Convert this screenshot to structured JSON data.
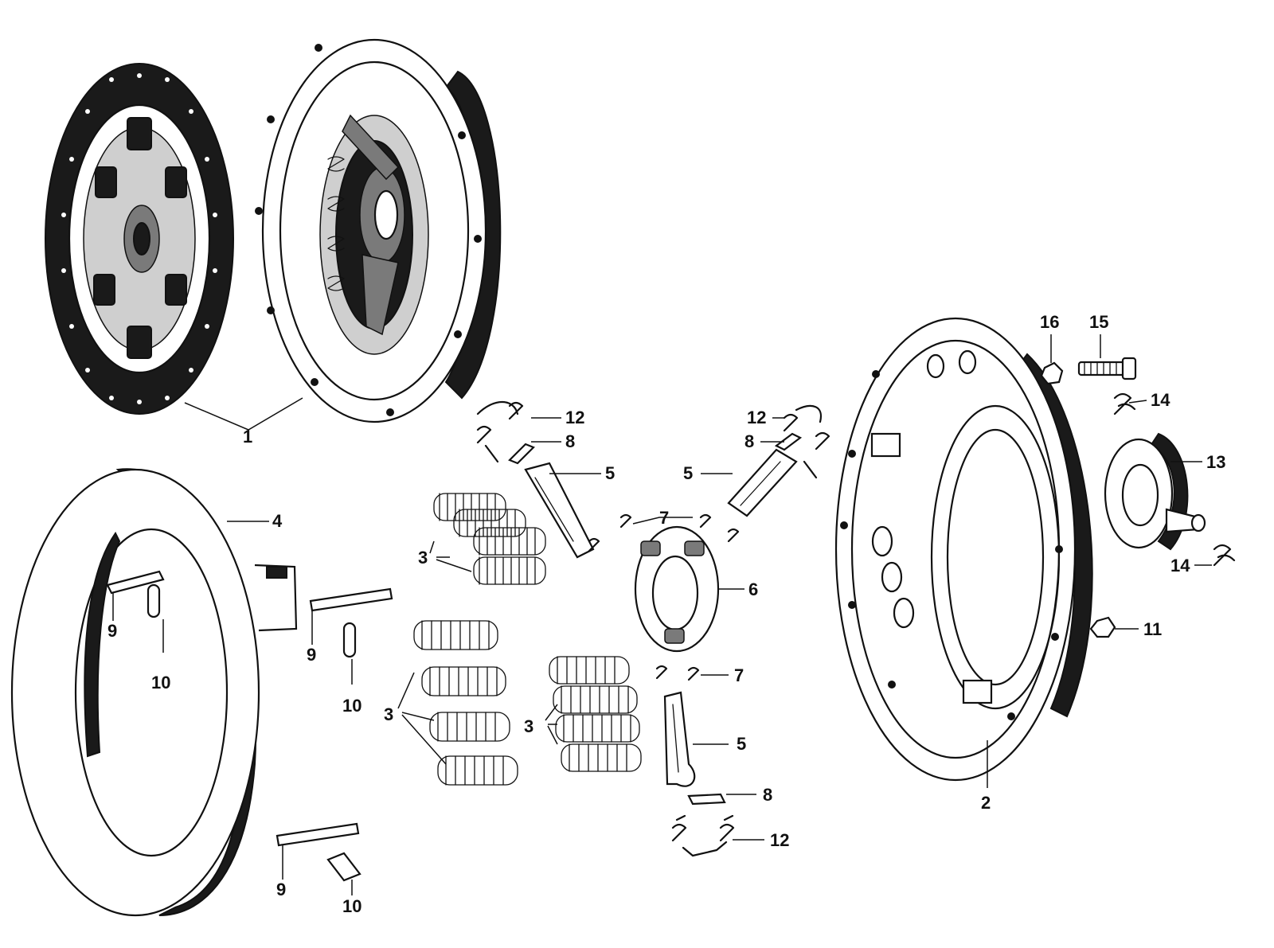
{
  "labels": [
    {
      "id": "1",
      "text": "1"
    },
    {
      "id": "2",
      "text": "2"
    },
    {
      "id": "3a",
      "text": "3"
    },
    {
      "id": "3b",
      "text": "3"
    },
    {
      "id": "3c",
      "text": "3"
    },
    {
      "id": "4",
      "text": "4"
    },
    {
      "id": "5a",
      "text": "5"
    },
    {
      "id": "5b",
      "text": "5"
    },
    {
      "id": "5c",
      "text": "5"
    },
    {
      "id": "6",
      "text": "6"
    },
    {
      "id": "7a",
      "text": "7"
    },
    {
      "id": "7b",
      "text": "7"
    },
    {
      "id": "8a",
      "text": "8"
    },
    {
      "id": "8b",
      "text": "8"
    },
    {
      "id": "8c",
      "text": "8"
    },
    {
      "id": "9a",
      "text": "9"
    },
    {
      "id": "9b",
      "text": "9"
    },
    {
      "id": "9c",
      "text": "9"
    },
    {
      "id": "10a",
      "text": "10"
    },
    {
      "id": "10b",
      "text": "10"
    },
    {
      "id": "10c",
      "text": "10"
    },
    {
      "id": "11",
      "text": "11"
    },
    {
      "id": "12a",
      "text": "12"
    },
    {
      "id": "12b",
      "text": "12"
    },
    {
      "id": "12c",
      "text": "12"
    },
    {
      "id": "13",
      "text": "13"
    },
    {
      "id": "14a",
      "text": "14"
    },
    {
      "id": "14b",
      "text": "14"
    },
    {
      "id": "15",
      "text": "15"
    },
    {
      "id": "16",
      "text": "16"
    }
  ]
}
